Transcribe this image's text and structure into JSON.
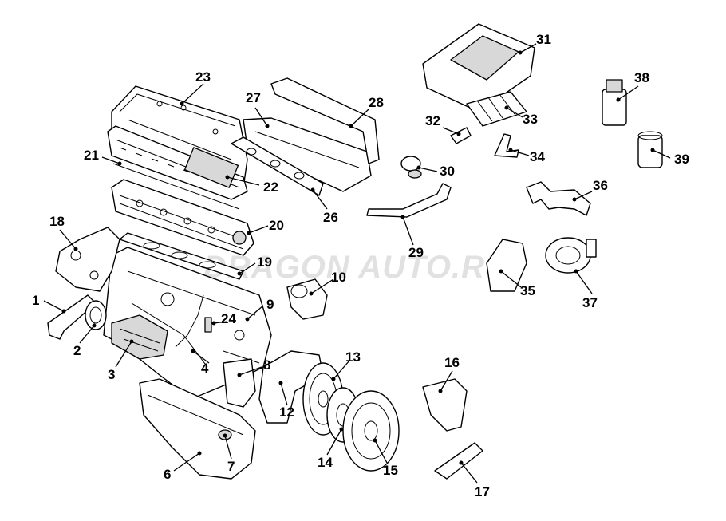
{
  "watermark": {
    "text": "DRAGON AUTO.RU",
    "color": "#bdbdbd"
  },
  "callouts": [
    {
      "id": "1",
      "label": "1"
    },
    {
      "id": "2",
      "label": "2"
    },
    {
      "id": "3",
      "label": "3"
    },
    {
      "id": "4",
      "label": "4"
    },
    {
      "id": "6",
      "label": "6"
    },
    {
      "id": "7",
      "label": "7"
    },
    {
      "id": "8",
      "label": "8"
    },
    {
      "id": "9",
      "label": "9"
    },
    {
      "id": "10",
      "label": "10"
    },
    {
      "id": "12",
      "label": "12"
    },
    {
      "id": "13",
      "label": "13"
    },
    {
      "id": "14",
      "label": "14"
    },
    {
      "id": "15",
      "label": "15"
    },
    {
      "id": "16",
      "label": "16"
    },
    {
      "id": "17",
      "label": "17"
    },
    {
      "id": "18",
      "label": "18"
    },
    {
      "id": "19",
      "label": "19"
    },
    {
      "id": "20",
      "label": "20"
    },
    {
      "id": "21",
      "label": "21"
    },
    {
      "id": "22",
      "label": "22"
    },
    {
      "id": "23",
      "label": "23"
    },
    {
      "id": "24",
      "label": "24"
    },
    {
      "id": "26",
      "label": "26"
    },
    {
      "id": "27",
      "label": "27"
    },
    {
      "id": "28",
      "label": "28"
    },
    {
      "id": "29",
      "label": "29"
    },
    {
      "id": "30",
      "label": "30"
    },
    {
      "id": "31",
      "label": "31"
    },
    {
      "id": "32",
      "label": "32"
    },
    {
      "id": "33",
      "label": "33"
    },
    {
      "id": "34",
      "label": "34"
    },
    {
      "id": "35",
      "label": "35"
    },
    {
      "id": "36",
      "label": "36"
    },
    {
      "id": "37",
      "label": "37"
    },
    {
      "id": "38",
      "label": "38"
    },
    {
      "id": "39",
      "label": "39"
    }
  ]
}
